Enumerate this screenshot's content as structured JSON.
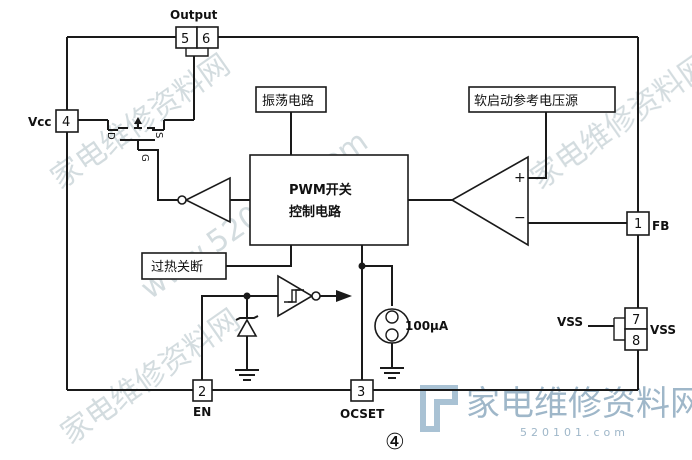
{
  "pins": {
    "output_label": "Output",
    "p5": "5",
    "p6": "6",
    "p4": "4",
    "vcc": "Vcc",
    "p1": "1",
    "fb": "FB",
    "p7": "7",
    "p8": "8",
    "vss_right": "VSS",
    "vss_left": "VSS",
    "p2": "2",
    "en": "EN",
    "p3": "3",
    "ocset": "OCSET"
  },
  "blocks": {
    "oscillator": "振荡电路",
    "softstart_ref": "软启动参考电压源",
    "pwm_line1": "PWM开关",
    "pwm_line2": "控制电路",
    "thermal_shutdown": "过热关断"
  },
  "mosfet": {
    "d": "D",
    "s": "S",
    "g": "G"
  },
  "comparator": {
    "plus": "+",
    "minus": "−"
  },
  "current_source": "100μA",
  "figure_number": "④",
  "watermark": {
    "site_url": "www.520101.com",
    "brand": "家电维修资料网",
    "domain": "520101.com"
  },
  "colors": {
    "line": "#1a1a1a",
    "watermark_light": "#cfd8dc",
    "watermark_logo": "#9fb7c9"
  }
}
